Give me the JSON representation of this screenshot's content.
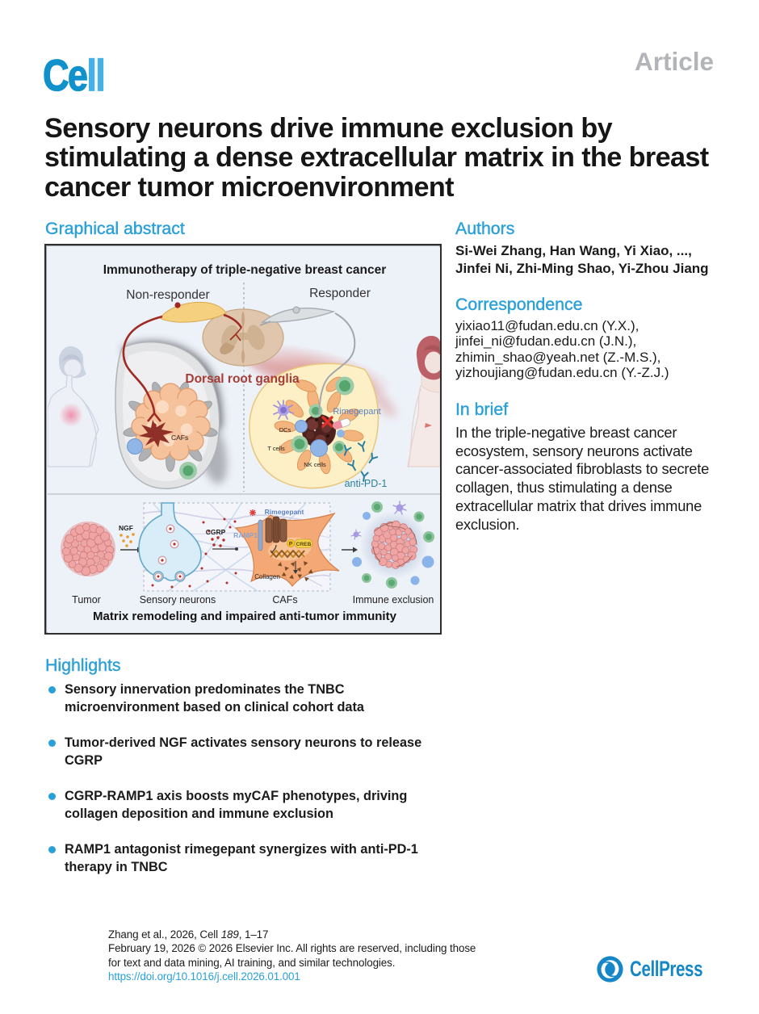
{
  "masthead": {
    "journal_logo_part1": "Ce",
    "journal_logo_part2": "ll",
    "article_type": "Article"
  },
  "title": {
    "lines": [
      "Sensory neurons drive immune exclusion by",
      "stimulating a dense extracellular matrix in the breast",
      "cancer tumor microenvironment"
    ]
  },
  "graphical_abstract": {
    "heading": "Graphical abstract",
    "top_title": "Immunotherapy of triple-negative breast cancer",
    "left_label": "Non-responder",
    "right_label": "Responder",
    "drg_label": "Dorsal root ganglia",
    "cafs_label": "CAFs",
    "dcs_label": "DCs",
    "t_cells_label": "T cells",
    "nk_cells_label": "NK cells",
    "rimegepant_label": "Rimegepant",
    "anti_pd1_label": "anti-PD-1",
    "ngf_label": "NGF",
    "cgrp_label": "CGRP",
    "ramp1_label": "RAMP1",
    "rimegepant_label2": "Rimegepant",
    "p_label": "P",
    "creb_label": "CREB",
    "collagen_label": "Collagen",
    "bottom_labels": [
      "Tumor",
      "Sensory neurons",
      "CAFs",
      "Immune exclusion"
    ],
    "bottom_title": "Matrix remodeling and impaired anti-tumor immunity"
  },
  "authors": {
    "heading": "Authors",
    "lines": [
      "Si-Wei Zhang, Han Wang, Yi Xiao, ...,",
      "Jinfei Ni, Zhi-Ming Shao, Yi-Zhou Jiang"
    ]
  },
  "correspondence": {
    "heading": "Correspondence",
    "lines": [
      "yixiao11@fudan.edu.cn (Y.X.),",
      "jinfei_ni@fudan.edu.cn (J.N.),",
      "zhimin_shao@yeah.net (Z.-M.S.),",
      "yizhoujiang@fudan.edu.cn (Y.-Z.J.)"
    ]
  },
  "in_brief": {
    "heading": "In brief",
    "lines": [
      "In the triple-negative breast cancer",
      "ecosystem, sensory neurons activate",
      "cancer-associated fibroblasts to secrete",
      "collagen, thus stimulating a dense",
      "extracellular matrix that drives immune",
      "exclusion."
    ]
  },
  "highlights": {
    "heading": "Highlights",
    "items": [
      {
        "lines": [
          "Sensory innervation predominates the TNBC",
          "microenvironment based on clinical cohort data"
        ]
      },
      {
        "lines": [
          "Tumor-derived NGF activates sensory neurons to release",
          "CGRP"
        ]
      },
      {
        "lines": [
          "CGRP-RAMP1 axis boosts myCAF phenotypes, driving",
          "collagen deposition and immune exclusion"
        ]
      },
      {
        "lines": [
          "RAMP1 antagonist rimegepant synergizes with anti-PD-1",
          "therapy in TNBC"
        ]
      }
    ]
  },
  "footer": {
    "citation_pre": "Zhang et al., 2026, Cell ",
    "citation_volume": "189",
    "citation_post": ", 1–17",
    "line2": "February 19, 2026 © 2026 Elsevier Inc. All rights are reserved, including those",
    "line3": "for text and data mining, AI training, and similar technologies.",
    "doi": "https://doi.org/10.1016/j.cell.2026.01.001"
  },
  "publisher": {
    "name": "CellPress"
  },
  "colors": {
    "accent_blue": "#2aa0d8",
    "logo_blue": "#1191cb",
    "cellpress_blue": "#1587c8",
    "article_gray": "#b2b4b7"
  }
}
